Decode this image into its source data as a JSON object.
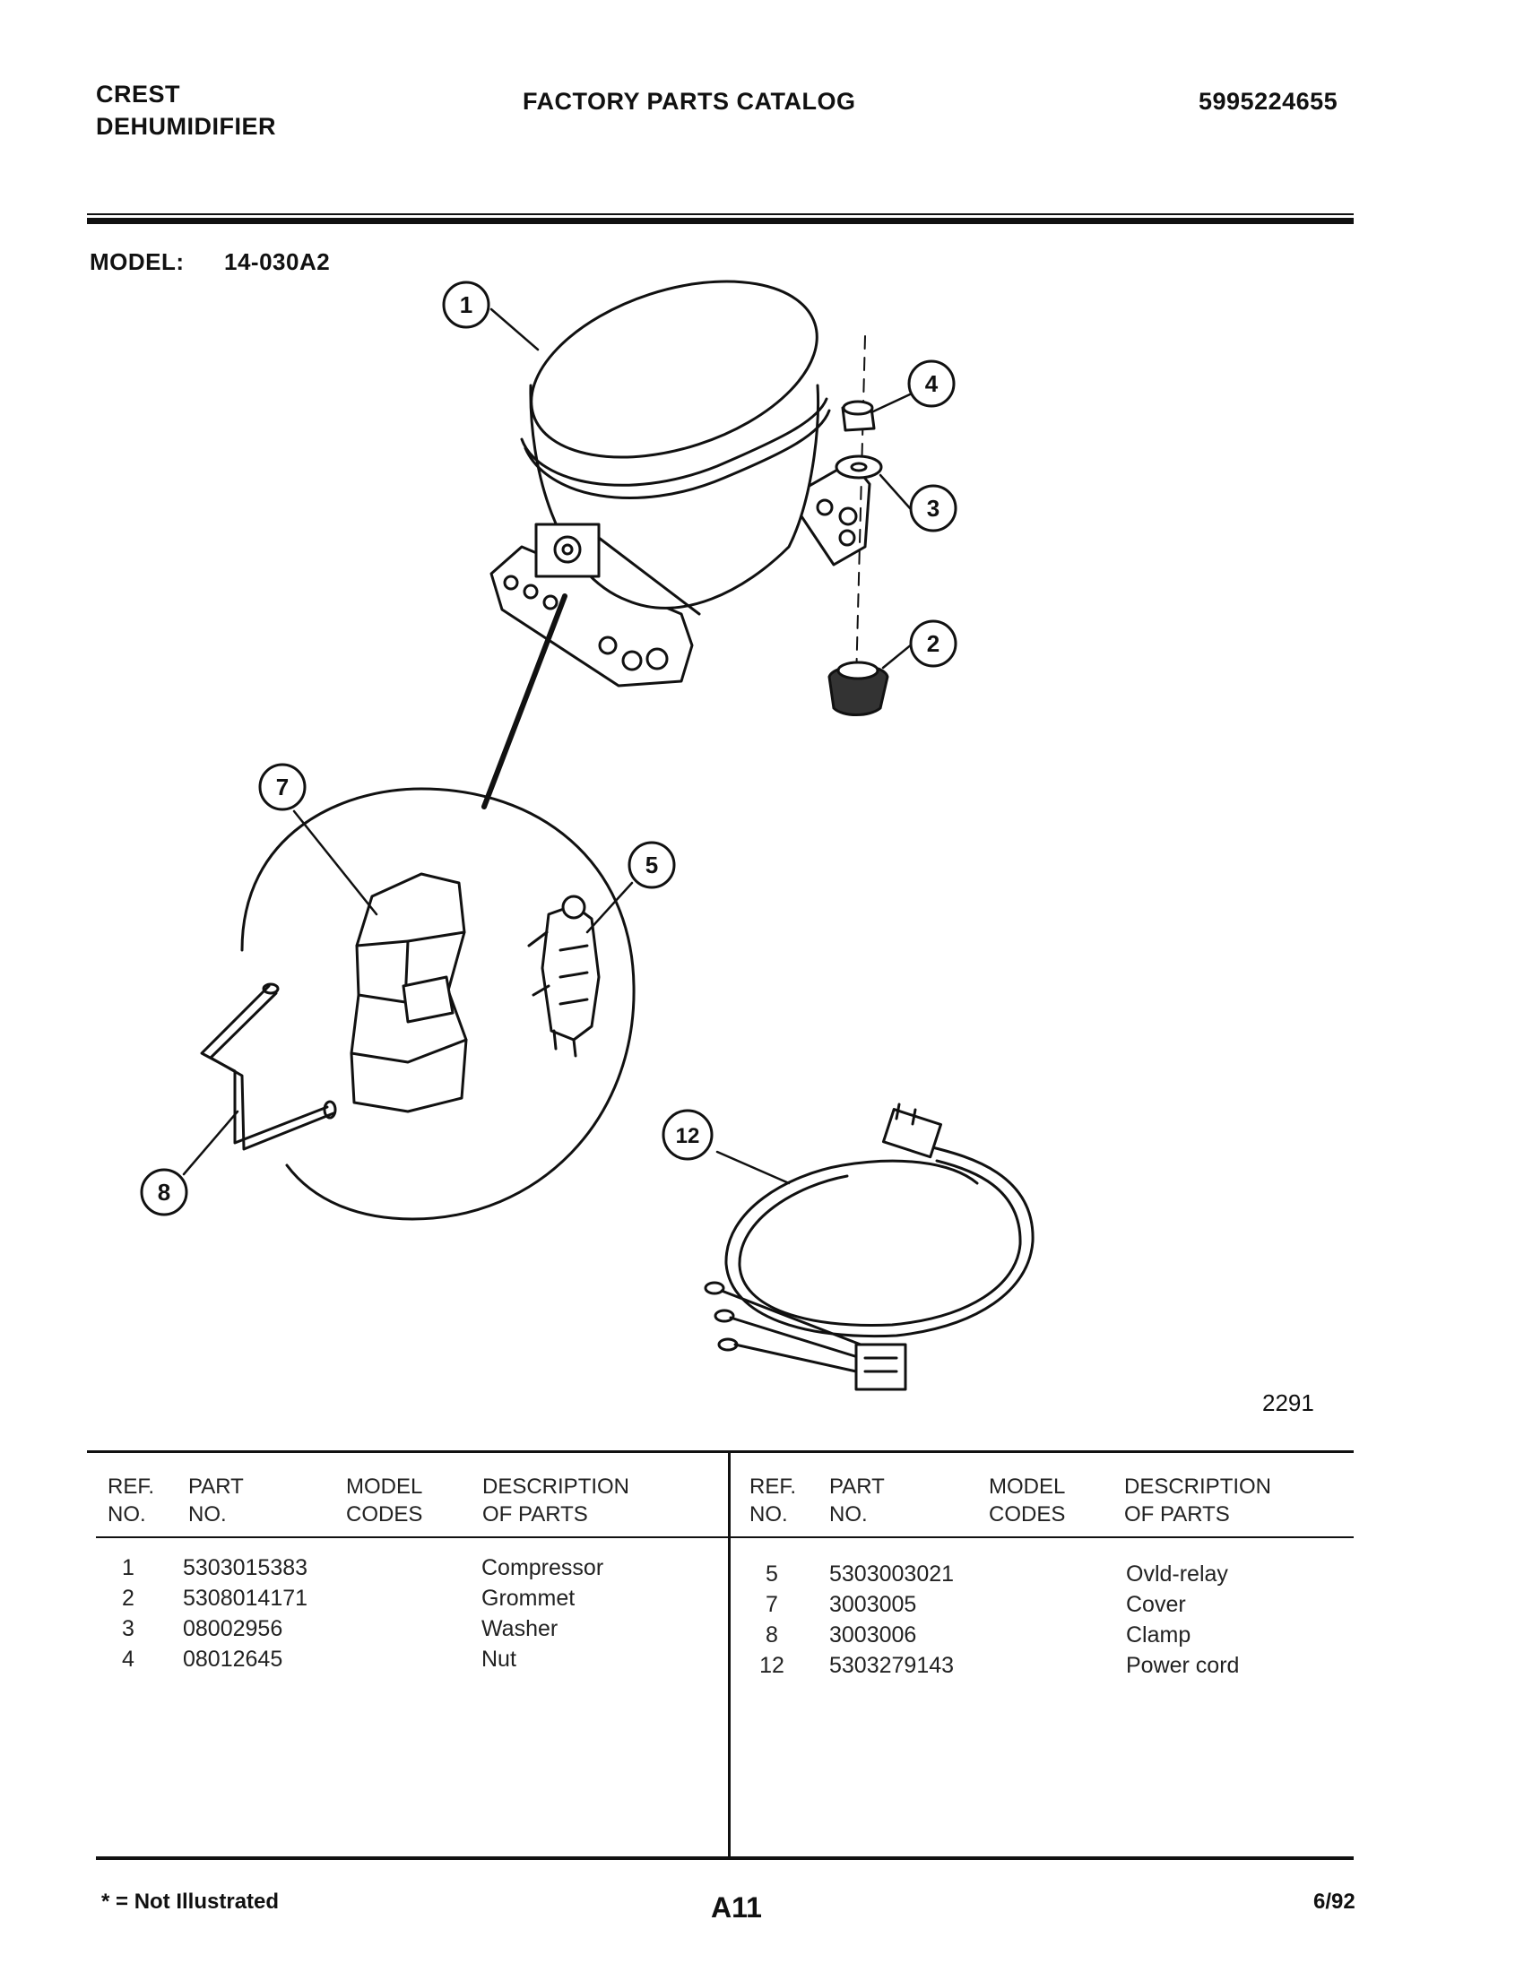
{
  "header": {
    "brand_line1": "CREST",
    "brand_line2": "DEHUMIDIFIER",
    "catalog_title": "FACTORY PARTS CATALOG",
    "catalog_number": "5995224655"
  },
  "model": {
    "label": "MODEL:",
    "value": "14-030A2"
  },
  "diagram": {
    "figure_number": "2291",
    "callouts": [
      "1",
      "2",
      "3",
      "4",
      "5",
      "7",
      "8",
      "12"
    ]
  },
  "table": {
    "headers": {
      "ref_line1": "REF.",
      "ref_line2": "NO.",
      "part_line1": "PART",
      "part_line2": "NO.",
      "model_line1": "MODEL",
      "model_line2": "CODES",
      "desc_line1": "DESCRIPTION",
      "desc_line2": "OF PARTS"
    },
    "left_rows": [
      {
        "ref": "1",
        "part": "5303015383",
        "codes": "",
        "desc": "Compressor"
      },
      {
        "ref": "2",
        "part": "5308014171",
        "codes": "",
        "desc": "Grommet"
      },
      {
        "ref": "3",
        "part": "08002956",
        "codes": "",
        "desc": "Washer"
      },
      {
        "ref": "4",
        "part": "08012645",
        "codes": "",
        "desc": "Nut"
      }
    ],
    "right_rows": [
      {
        "ref": "5",
        "part": "5303003021",
        "codes": "",
        "desc": "Ovld-relay"
      },
      {
        "ref": "7",
        "part": "3003005",
        "codes": "",
        "desc": "Cover"
      },
      {
        "ref": "8",
        "part": "3003006",
        "codes": "",
        "desc": "Clamp"
      },
      {
        "ref": "12",
        "part": "5303279143",
        "codes": "",
        "desc": "Power cord"
      }
    ]
  },
  "footer": {
    "note": "* = Not Illustrated",
    "page_code": "A11",
    "date": "6/92"
  }
}
